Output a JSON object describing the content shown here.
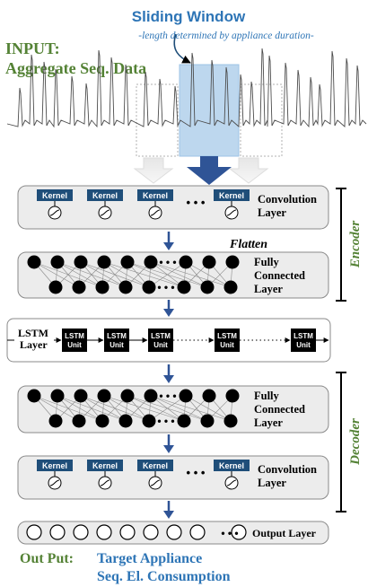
{
  "header": {
    "title": "Sliding Window",
    "subtitle": "-length determined by appliance duration-"
  },
  "input": {
    "line1": "INPUT:",
    "line2": "Aggregate Seq. Data"
  },
  "layers": {
    "conv_top": {
      "kernel": "Kernel",
      "label1": "Convolution",
      "label2": "Layer"
    },
    "flatten": "Flatten",
    "fc_top": {
      "label1": "Fully",
      "label2": "Connected",
      "label3": "Layer"
    },
    "lstm": {
      "label1": "LSTM",
      "label2": "Layer",
      "unit1": "LSTM",
      "unit2": "Unit"
    },
    "fc_bottom": {
      "label1": "Fully",
      "label2": "Connected",
      "label3": "Layer"
    },
    "conv_bottom": {
      "kernel": "Kernel",
      "label1": "Convolution",
      "label2": "Layer"
    },
    "output": {
      "label": "Output Layer"
    },
    "ellipsis": "• • •"
  },
  "sections": {
    "encoder": "Encoder",
    "decoder": "Decoder"
  },
  "footer": {
    "label": "Out Put:",
    "line1": "Target Appliance",
    "line2": "Seq. El. Consumption"
  },
  "colors": {
    "title_blue": "#2e75b6",
    "input_green": "#548235",
    "arrow_blue": "#2f5496",
    "kernel_fill": "#1f4e79",
    "panel_fill": "#ececec",
    "window_fill": "#bdd7ee"
  }
}
